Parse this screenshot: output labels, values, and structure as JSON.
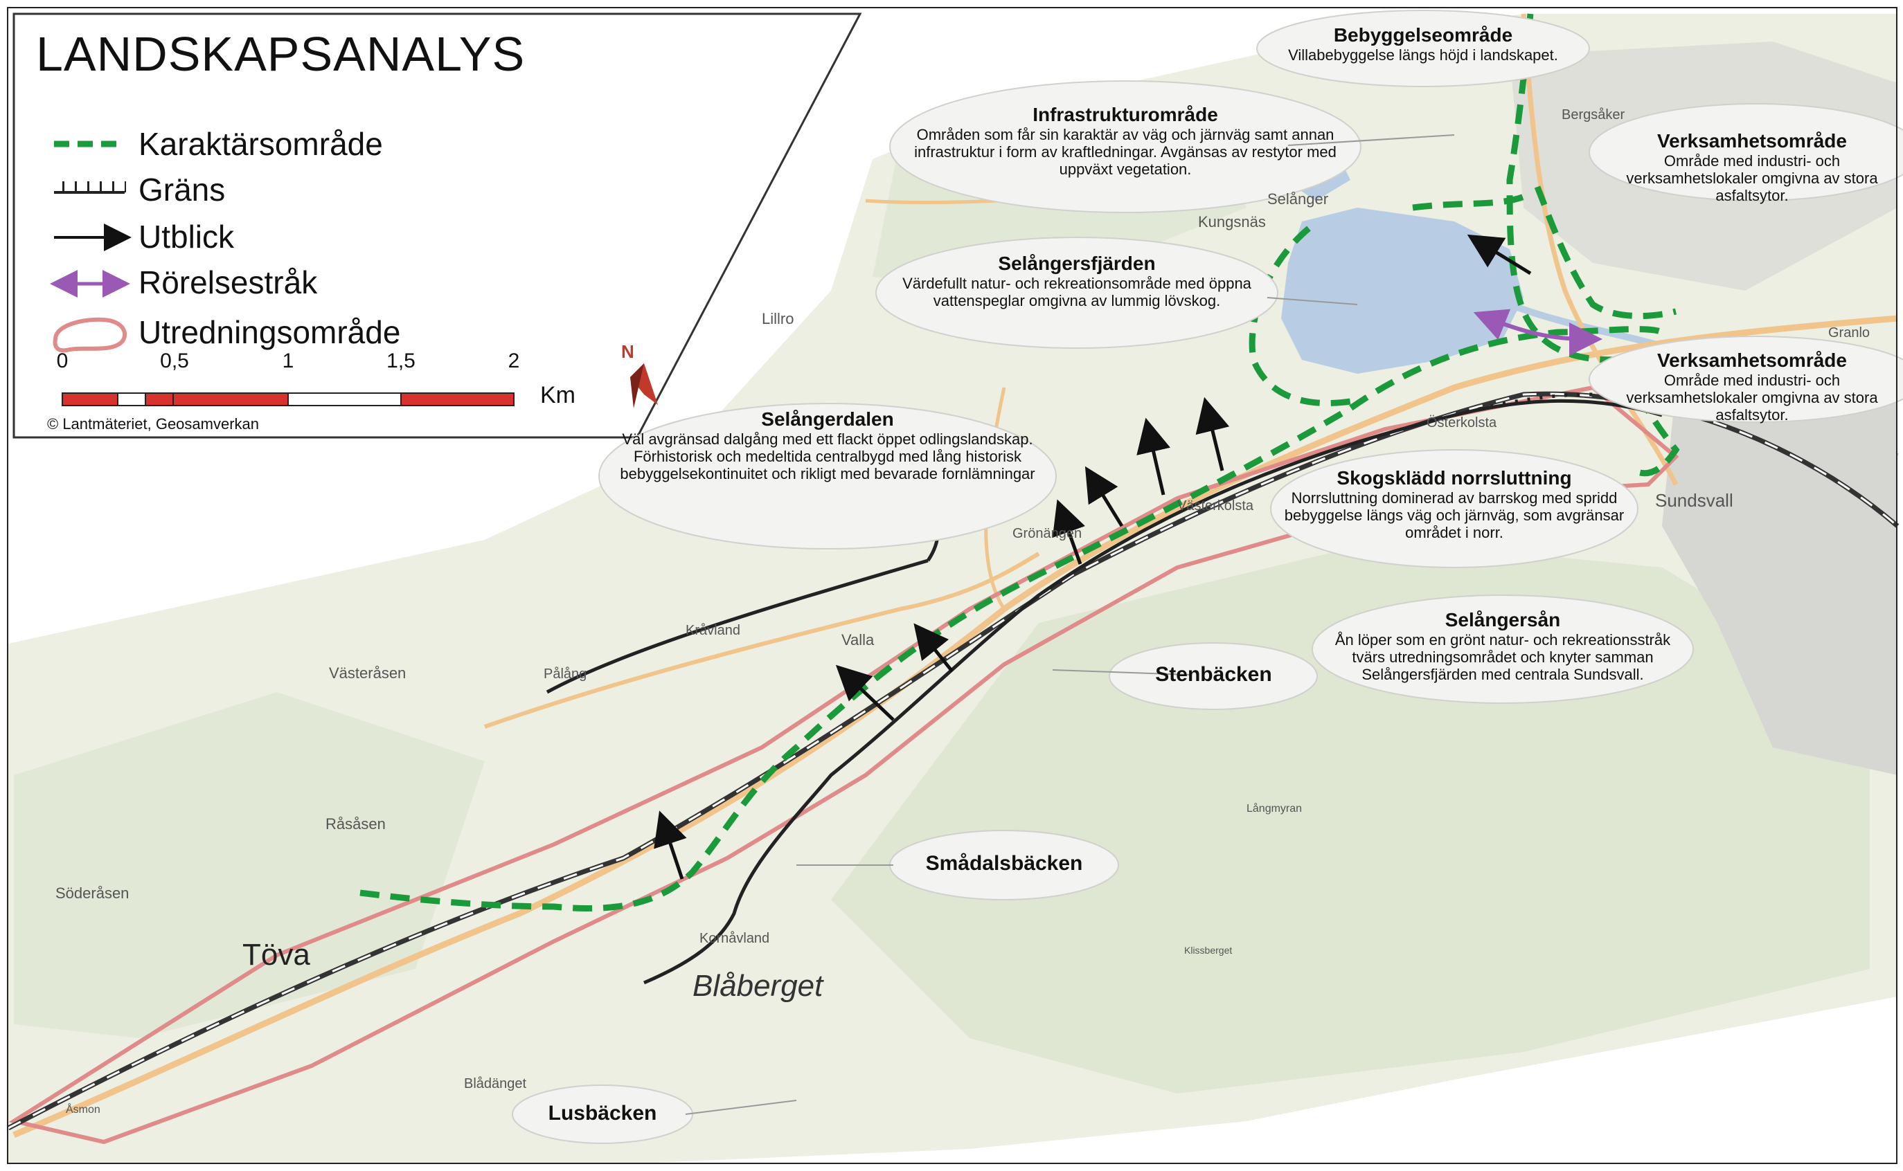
{
  "legend": {
    "title": "LANDSKAPSANALYS",
    "items": [
      {
        "label": "Karaktärsområde",
        "symbol": "green-dashed-line-icon",
        "color": "#1a9a3a"
      },
      {
        "label": "Gräns",
        "symbol": "boundary-ticks-icon",
        "color": "#333333"
      },
      {
        "label": "Utblick",
        "symbol": "arrow-icon",
        "color": "#111111"
      },
      {
        "label": "Rörelsestråk",
        "symbol": "double-arrow-icon",
        "color": "#9b59b6"
      },
      {
        "label": "Utredningsområde",
        "symbol": "pink-outline-icon",
        "color": "#e08a8a"
      }
    ],
    "scale": {
      "ticks": [
        "0",
        "0,5",
        "1",
        "1,5",
        "2"
      ],
      "unit": "Km"
    },
    "north": "N",
    "copyright": "© Lantmäteriet, Geosamverkan"
  },
  "callouts": [
    {
      "title": "Bebyggelseområde",
      "text": "Villabebyggelse längs höjd i landskapet."
    },
    {
      "title": "Infrastrukturområde",
      "text": "Områden som får sin karaktär av väg och järnväg samt annan infrastruktur i form av kraftledningar. Avgänsas av restytor med uppväxt vegetation."
    },
    {
      "title": "Verksamhetsområde",
      "text": "Område med industri- och verksamhetslokaler omgivna av stora asfaltsytor."
    },
    {
      "title": "Selångersfjärden",
      "text": "Värdefullt natur- och rekreationsområde med öppna vattenspeglar omgivna av lummig lövskog."
    },
    {
      "title": "Verksamhetsområde",
      "text": "Område med industri- och verksamhetslokaler omgivna av stora asfaltsytor."
    },
    {
      "title": "Selångerdalen",
      "text": "Väl avgränsad dalgång med ett flackt öppet odlingslandskap. Förhistorisk och medeltida centralbygd med lång historisk bebyggelsekontinuitet och rikligt med bevarade fornlämningar"
    },
    {
      "title": "Skogsklädd norrsluttning",
      "text": "Norrsluttning dominerad av barrskog med spridd bebyggelse längs väg och järnväg, som avgränsar området i norr."
    },
    {
      "title": "Selångersån",
      "text": "Ån löper som en grönt natur- och rekreationsstråk tvärs utredningsområdet och knyter samman Selångersfjärden med centrala Sundsvall."
    }
  ],
  "streams": [
    "Stenbäcken",
    "Smådalsbäcken",
    "Lusbäcken"
  ],
  "places": {
    "tova": "Töva",
    "blaberget": "Blåberget",
    "sundsvall": "Sundsvall",
    "selanger": "Selånger",
    "kungsnas": "Kungsnäs",
    "bergsaker": "Bergsåker",
    "granlo": "Granlo",
    "lillro": "Lillro",
    "vasterasen": "Västeråsen",
    "rasasen": "Råsåsen",
    "soderasen": "Söderåsen",
    "valla": "Valla",
    "kravland": "Kråvland",
    "palang": "Pålång",
    "gronangen": "Grönängen",
    "vasterkolsta": "Västerkolsta",
    "osterkolsta": "Österkolsta",
    "kornavland": "Kornåvland",
    "bladanget": "Blådänget",
    "langmyran": "Långmyran",
    "asmon": "Åsmon",
    "kalisberget": "Klissberget"
  },
  "colors": {
    "land": "#ecefe2",
    "forest": "#dfe6d2",
    "water": "#b8cde4",
    "green_line": "#1a9a3a",
    "study_area": "#e08a8a",
    "road": "#f0c48a",
    "rail": "#333333",
    "purple": "#9b59b6"
  }
}
